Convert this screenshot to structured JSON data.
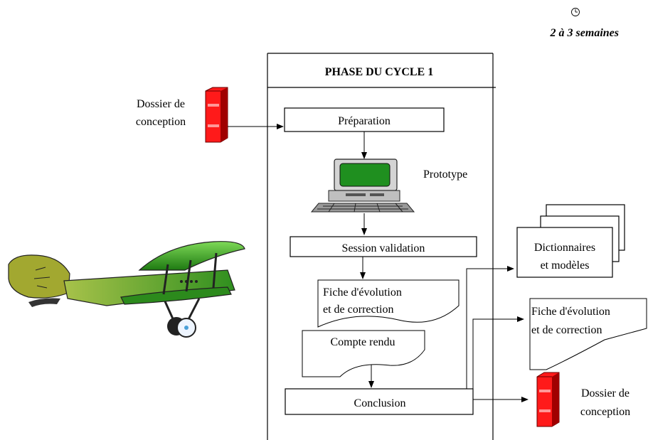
{
  "duration": {
    "icon": "clock-icon",
    "label": "2 à 3 semaines"
  },
  "phase": {
    "title": "PHASE DU CYCLE  1"
  },
  "inputs": {
    "dossier_line1": "Dossier de",
    "dossier_line2": "conception"
  },
  "steps": {
    "preparation": "Préparation",
    "prototype": "Prototype",
    "session": "Session validation",
    "fiche_line1": "Fiche d'évolution",
    "fiche_line2": "et de correction",
    "compte_rendu": "Compte rendu",
    "conclusion": "Conclusion"
  },
  "outputs": {
    "dictionnaires_line1": "Dictionnaires",
    "dictionnaires_line2": "et modèles",
    "fiche_line1": "Fiche d'évolution",
    "fiche_line2": "et de correction",
    "dossier_line1": "Dossier de",
    "dossier_line2": "conception"
  },
  "colors": {
    "binder": "#e00000",
    "monitor": "#1f8f1f",
    "plane": "#3a9a1a"
  }
}
